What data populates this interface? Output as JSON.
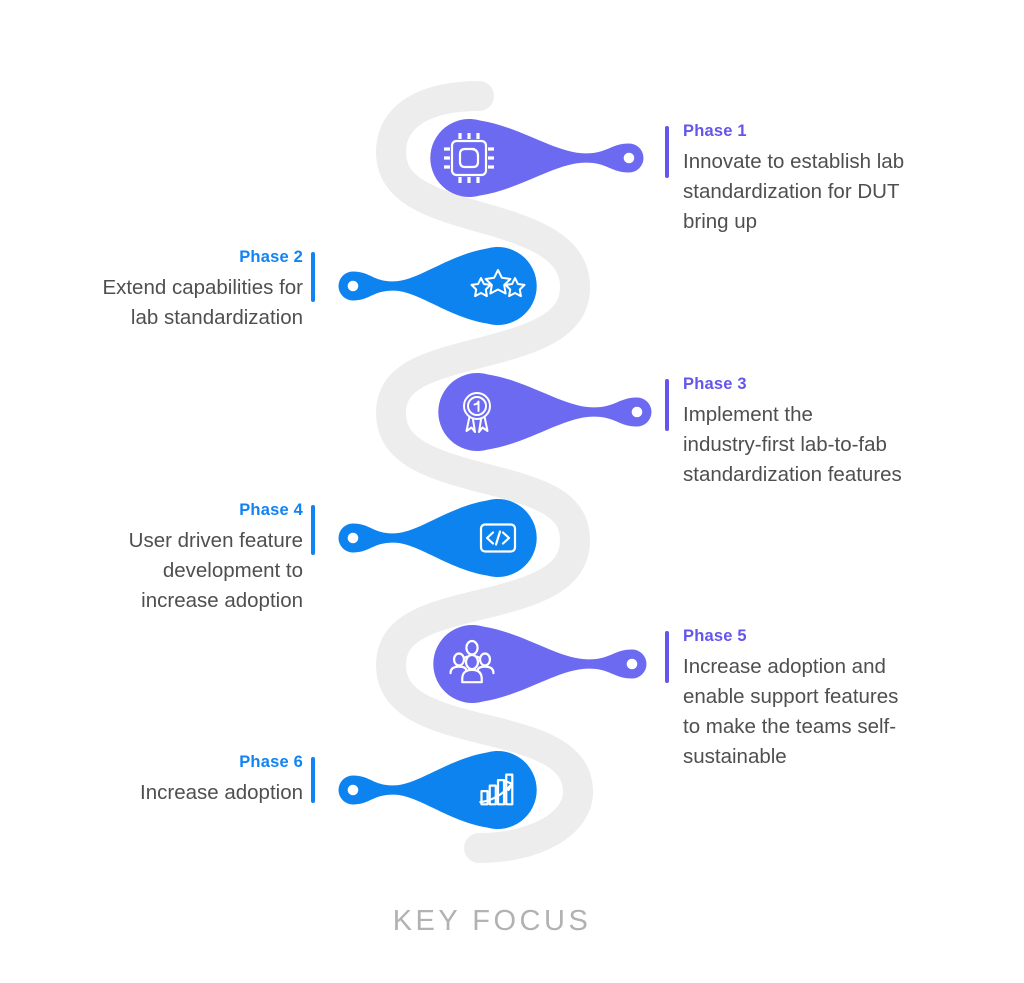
{
  "title": {
    "text": "KEY FOCUS"
  },
  "colors": {
    "purple_spoon": "#6C6AF1",
    "blue_spoon": "#0D83F0",
    "purple_accent": "#6456EB",
    "blue_accent": "#1283F2",
    "body_text": "#4F4F4F",
    "path_gray": "#EDEDED",
    "title_gray": "#B2B2B2"
  },
  "phases": [
    {
      "label": "Phase 1",
      "lines": [
        "Innovate to establish lab",
        "standardization for DUT",
        "bring up"
      ],
      "side": "right",
      "icon": "chip-icon",
      "spoon_color": "#6C6AF1",
      "accent_color": "#6456EB"
    },
    {
      "label": "Phase 2",
      "lines": [
        "Extend capabilities for",
        "lab standardization"
      ],
      "side": "left",
      "icon": "stars-icon",
      "spoon_color": "#0D83F0",
      "accent_color": "#1283F2"
    },
    {
      "label": "Phase 3",
      "lines": [
        "Implement the",
        "industry-first lab-to-fab",
        "standardization features"
      ],
      "side": "right",
      "icon": "medal-icon",
      "spoon_color": "#6C6AF1",
      "accent_color": "#6456EB"
    },
    {
      "label": "Phase 4",
      "lines": [
        "User driven feature",
        "development to",
        "increase adoption"
      ],
      "side": "left",
      "icon": "code-icon",
      "spoon_color": "#0D83F0",
      "accent_color": "#1283F2"
    },
    {
      "label": "Phase 5",
      "lines": [
        "Increase adoption and",
        "enable support features",
        "to make the teams self-",
        "sustainable"
      ],
      "side": "right",
      "icon": "team-icon",
      "spoon_color": "#6C6AF1",
      "accent_color": "#6456EB"
    },
    {
      "label": "Phase 6",
      "lines": [
        "Increase adoption"
      ],
      "side": "left",
      "icon": "growth-chart-icon",
      "spoon_color": "#0D83F0",
      "accent_color": "#1283F2"
    }
  ]
}
